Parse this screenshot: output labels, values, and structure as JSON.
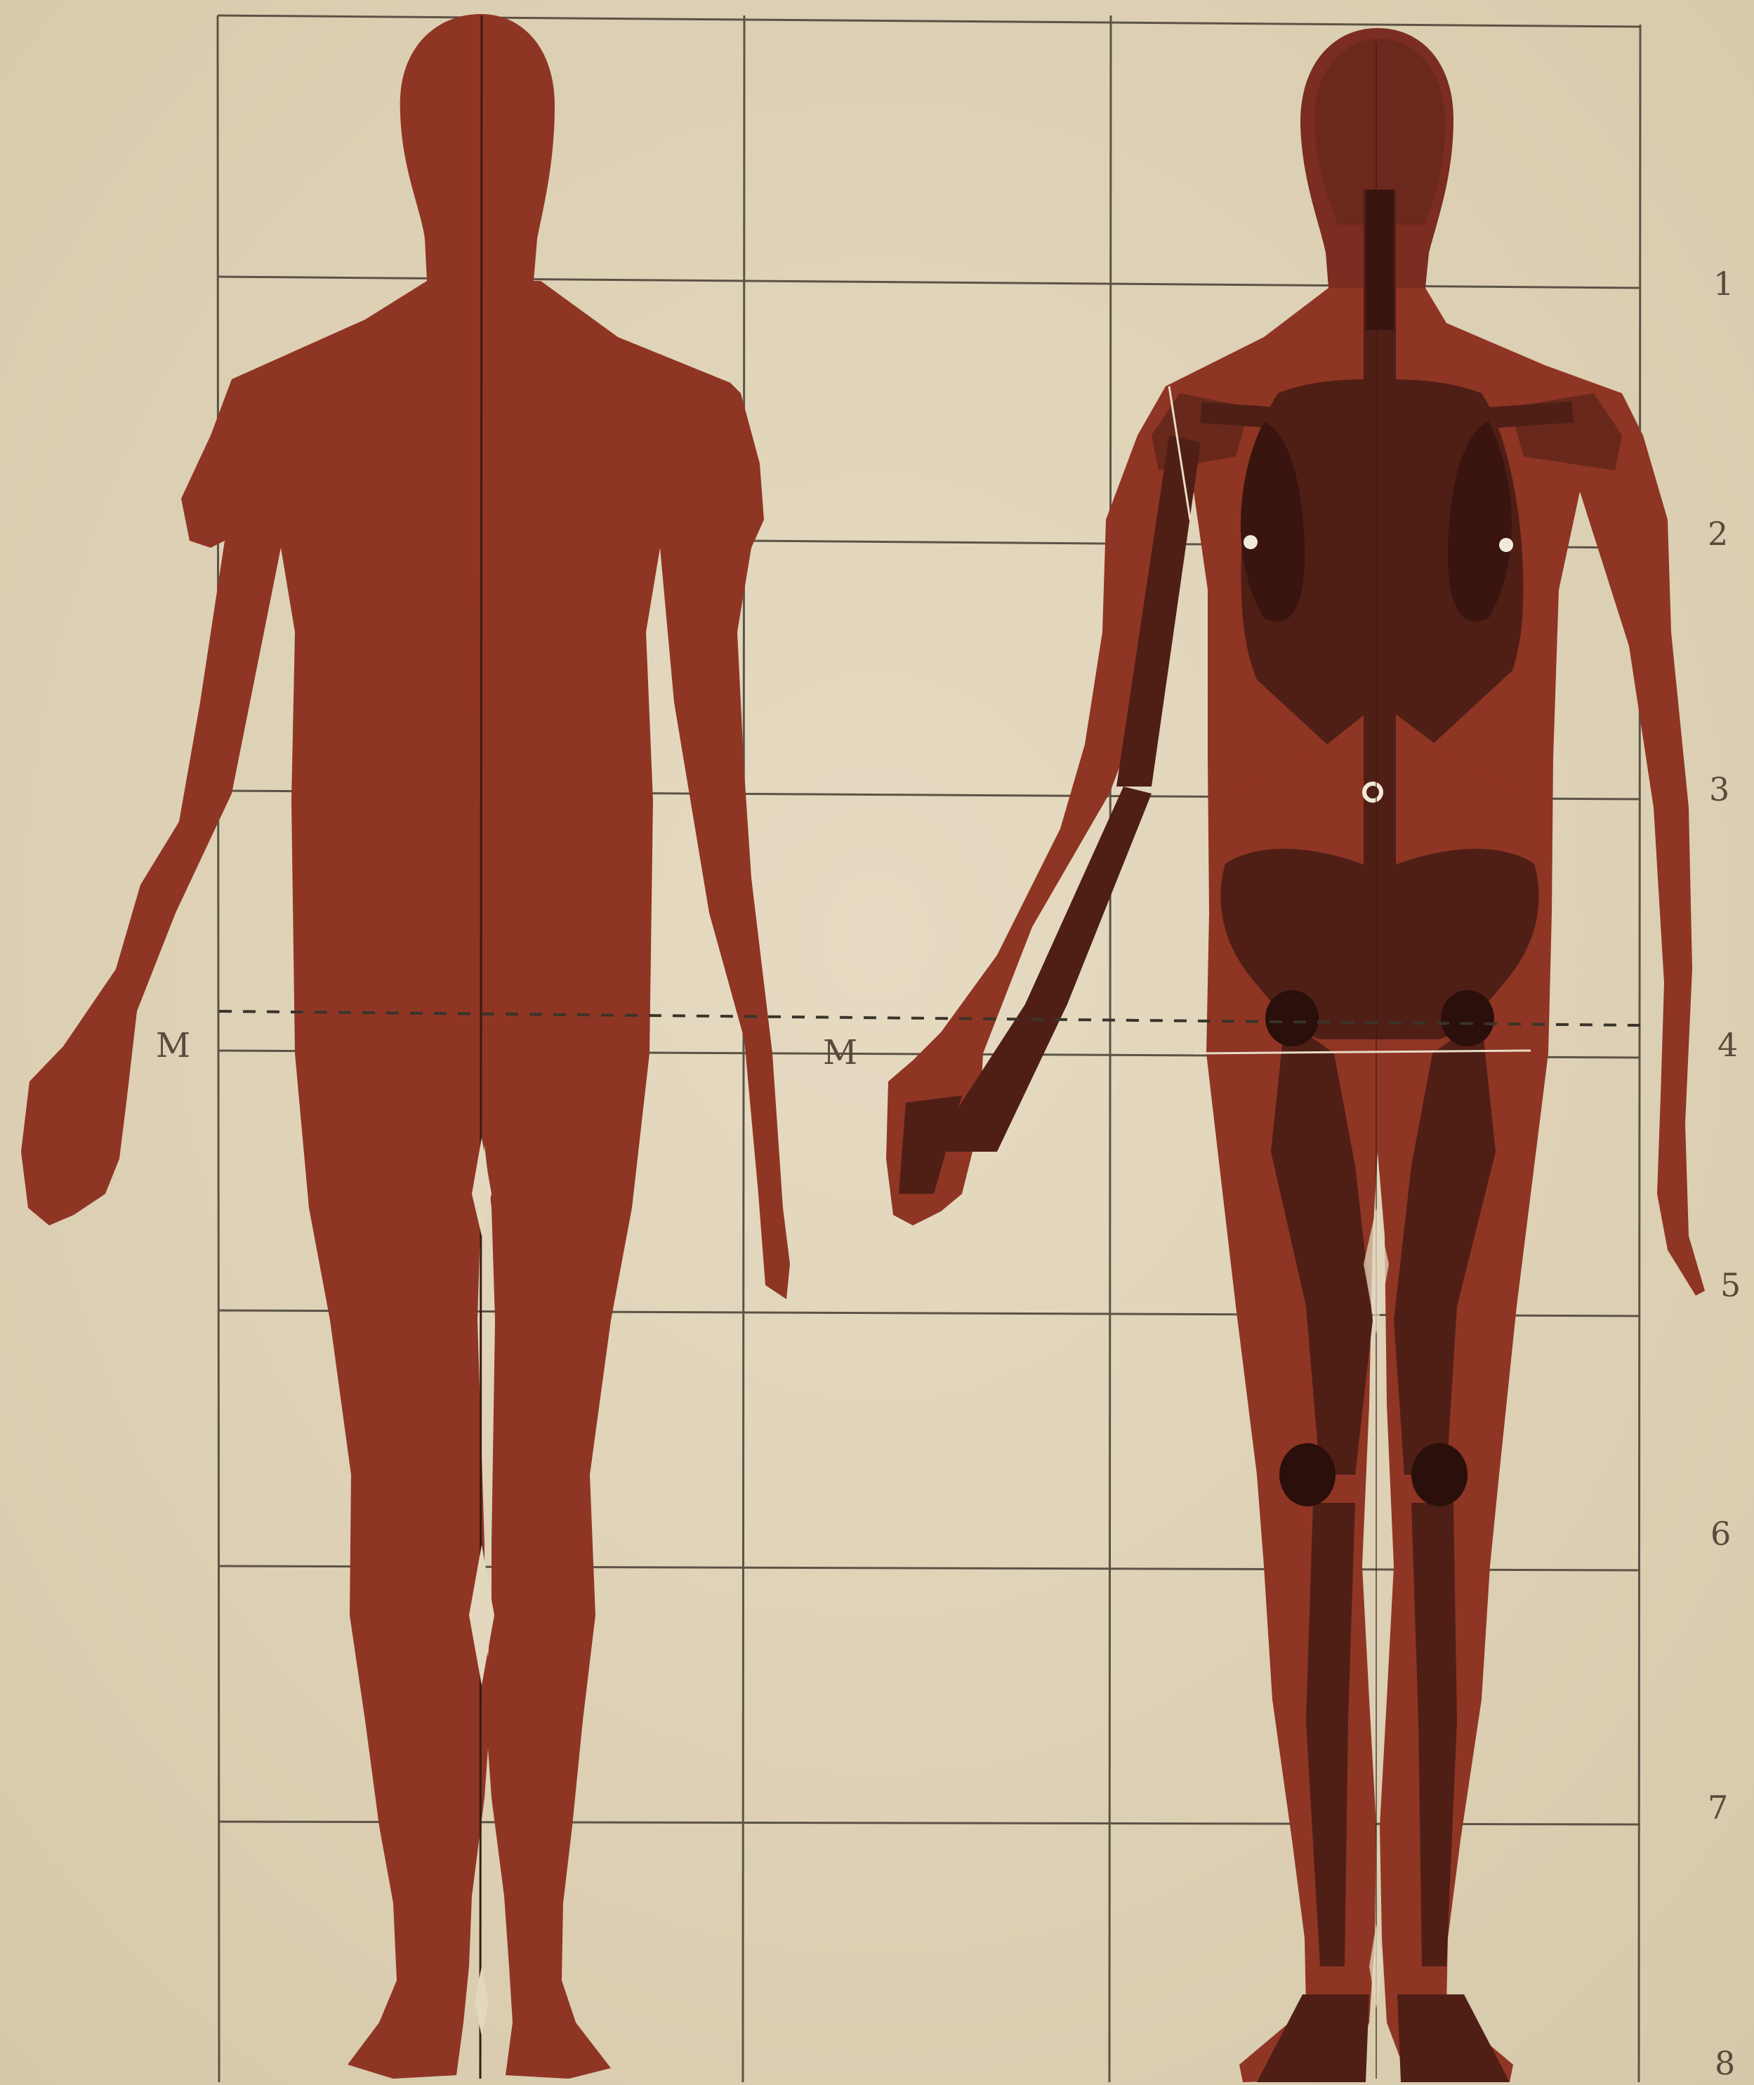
{
  "figure": {
    "left_figure": "silhouette",
    "right_figure": "skeleton-overlay",
    "grid": true,
    "colors": {
      "paper": "#e3d7bd",
      "paper_shadow": "#d8cbb0",
      "grid_line": "#5c5346",
      "body": "#8f3524",
      "body_dark": "#6e2a1c",
      "bone": "#4f1f16",
      "bone_deep": "#3a1510",
      "joint": "#2a0f0b",
      "marker": "#f2ead8",
      "pencil": "#5a4a3c"
    }
  },
  "labels": {
    "row_numbers": [
      "1",
      "2",
      "3",
      "4",
      "5",
      "6",
      "7",
      "8"
    ],
    "mark_left": "M",
    "mark_right": "M"
  }
}
